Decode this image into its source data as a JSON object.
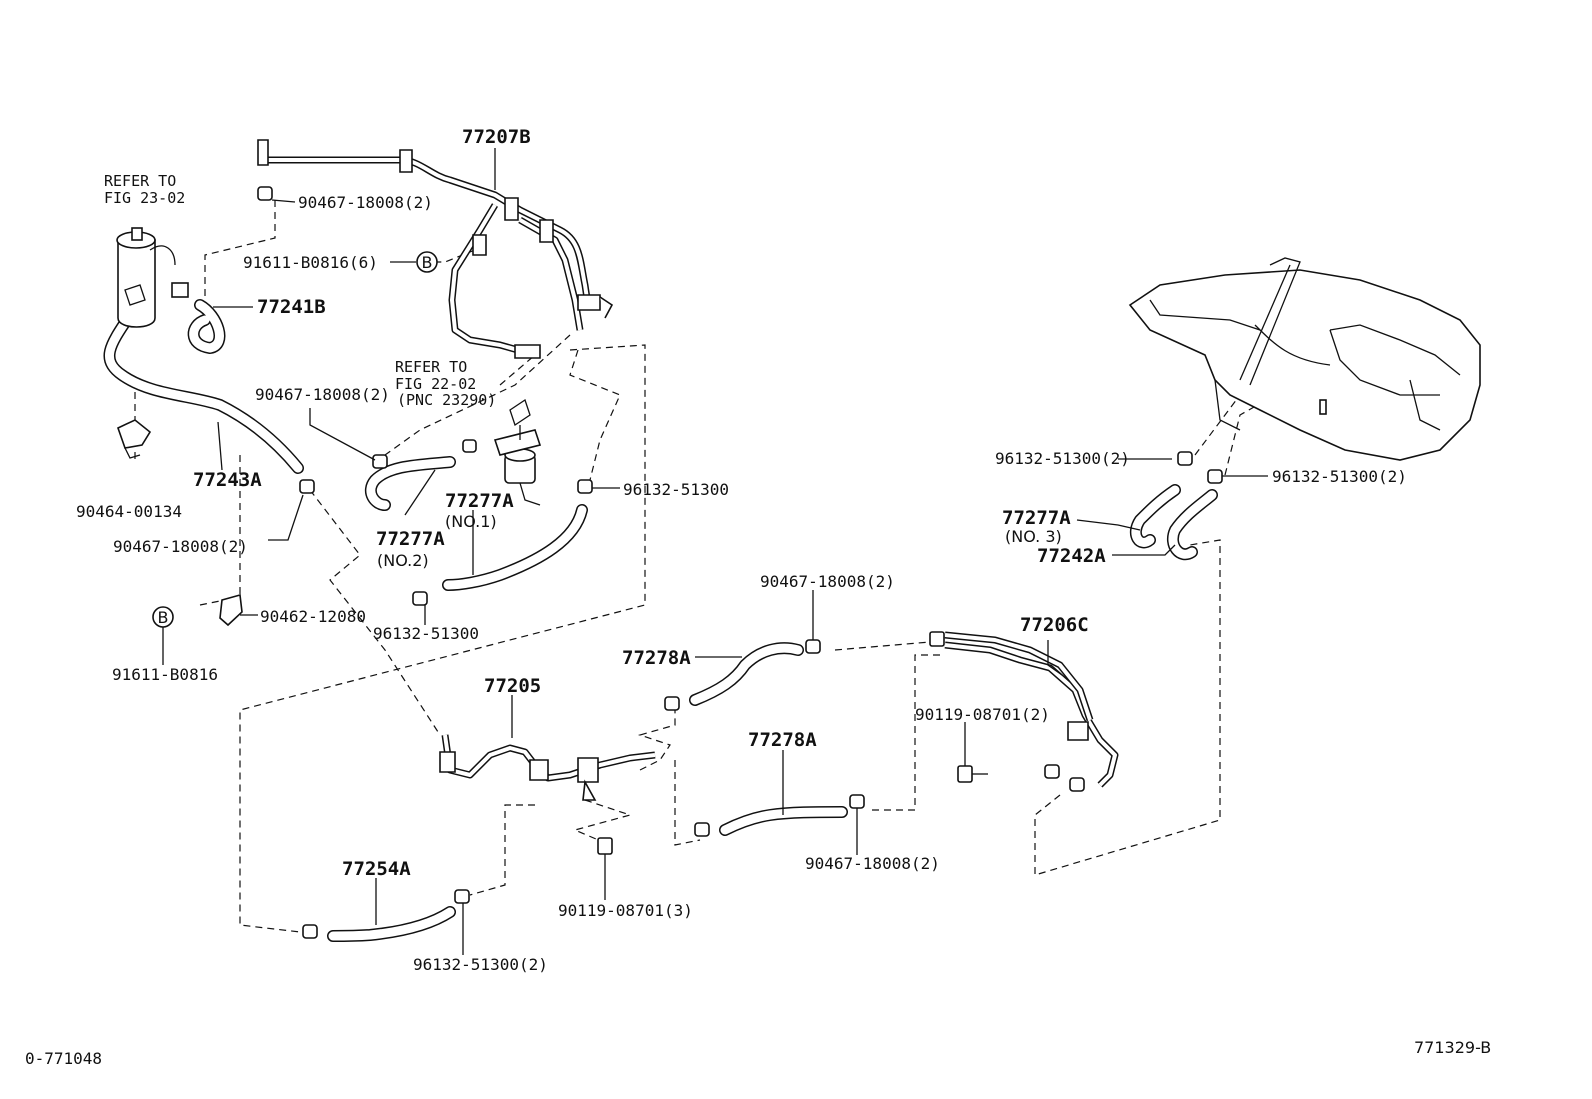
{
  "refs": {
    "fig2302_a": "REFER TO",
    "fig2302_b": "FIG 23-02",
    "fig2202_a": "REFER TO",
    "fig2202_b": "FIG 22-02",
    "fig2202_c": "(PNC 23290)"
  },
  "labels": {
    "p77207B": "77207B",
    "p90467_top": "90467-18008(2)",
    "p91611_6": "91611-B0816(6)",
    "p77241B": "77241B",
    "p90467_mid": "90467-18008(2)",
    "p77243A": "77243A",
    "p90464": "90464-00134",
    "p90467_left": "90467-18008(2)",
    "p90462": "90462-12080",
    "p91611": "91611-B0816",
    "p77277A_no1": "77277A",
    "no1": "(NO.1)",
    "p77277A_no2": "77277A",
    "no2": "(NO.2)",
    "p96132_mid": "96132-51300",
    "p96132_low": "96132-51300",
    "p96132_tank_l": "96132-51300(2)",
    "p96132_tank_r": "96132-51300(2)",
    "p77277A_no3": "77277A",
    "no3": "(NO. 3)",
    "p77242A": "77242A",
    "p90467_r1": "90467-18008(2)",
    "p77278A_1": "77278A",
    "p77206C": "77206C",
    "p90119_r": "90119-08701(2)",
    "p77205": "77205",
    "p77278A_2": "77278A",
    "p90467_r2": "90467-18008(2)",
    "p77254A": "77254A",
    "p90119_3": "90119-08701(3)",
    "p96132_bottom": "96132-51300(2)",
    "b_marker_top": "B",
    "b_marker_left": "B"
  },
  "footer": {
    "left_code": "0-771048",
    "right_code": "771329-B"
  }
}
